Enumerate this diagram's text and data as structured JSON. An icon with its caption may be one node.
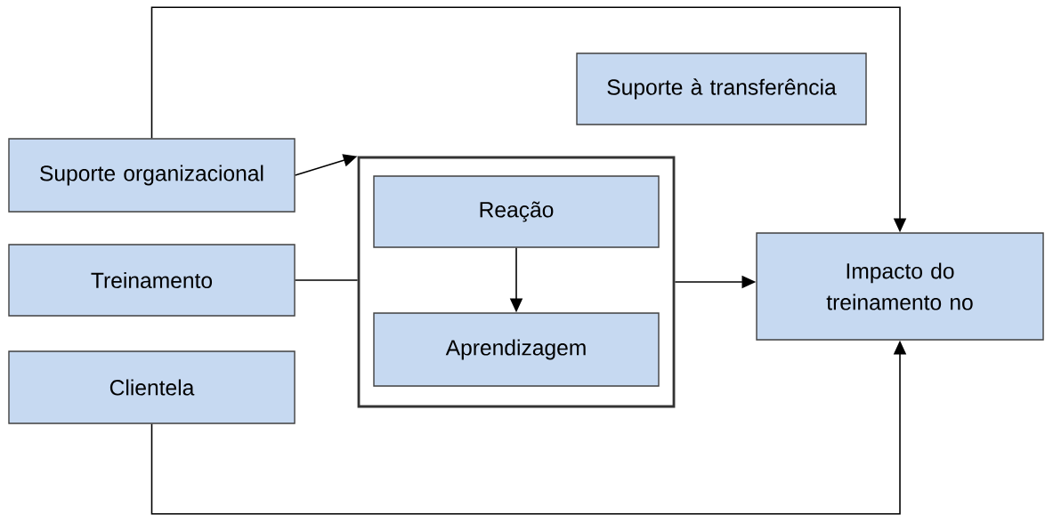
{
  "diagram": {
    "nodes": [
      {
        "text": [
          "Suporte organizacional"
        ]
      },
      {
        "text": [
          "Treinamento"
        ]
      },
      {
        "text": [
          "Clientela"
        ]
      },
      {
        "text": [],
        "shape": "box"
      },
      {
        "text": [
          "Reação"
        ],
        "in": 3
      },
      {
        "text": [
          "Aprendizagem"
        ],
        "in": 3
      },
      {
        "text": [
          "Suporte à transferência"
        ]
      },
      {
        "text": [
          "Impacto do treinamento no"
        ]
      }
    ],
    "edges": [
      {
        "from": 0,
        "to": 3,
        "arrow": "to"
      },
      {
        "from": 0,
        "to": 7,
        "arrow": "to"
      },
      {
        "from": 1,
        "to": 3,
        "arrow": "none"
      },
      {
        "from": 4,
        "to": 5,
        "arrow": "to"
      },
      {
        "from": 3,
        "to": 7,
        "arrow": "to"
      },
      {
        "from": 2,
        "to": 7,
        "arrow": "to"
      }
    ]
  }
}
